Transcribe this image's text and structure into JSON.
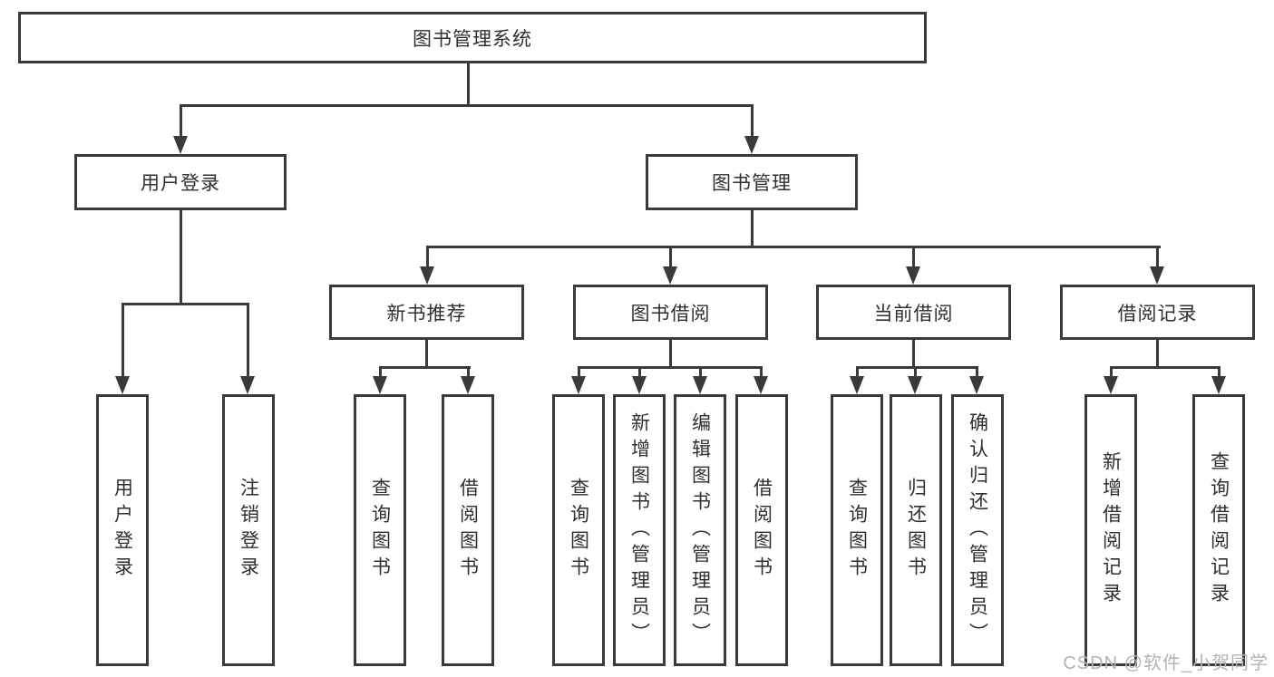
{
  "diagram": {
    "root": {
      "label": "图书管理系统"
    },
    "level2": [
      {
        "label": "用户登录"
      },
      {
        "label": "图书管理"
      }
    ],
    "level3": [
      {
        "label": "新书推荐"
      },
      {
        "label": "图书借阅"
      },
      {
        "label": "当前借阅"
      },
      {
        "label": "借阅记录"
      }
    ],
    "leaves": {
      "user_login": [
        "用户登录",
        "注销登录"
      ],
      "new_book": [
        "查询图书",
        "借阅图书"
      ],
      "book_borrow": [
        "查询图书",
        "新增图书（管理员）",
        "编辑图书（管理员）",
        "借阅图书"
      ],
      "current_borrow": [
        "查询图书",
        "归还图书",
        "确认归还（管理员）"
      ],
      "borrow_record": [
        "新增借阅记录",
        "查询借阅记录"
      ]
    },
    "line_color": "#3a3a3a"
  },
  "watermark": {
    "text": "CSDN @软件_小贺同学"
  }
}
